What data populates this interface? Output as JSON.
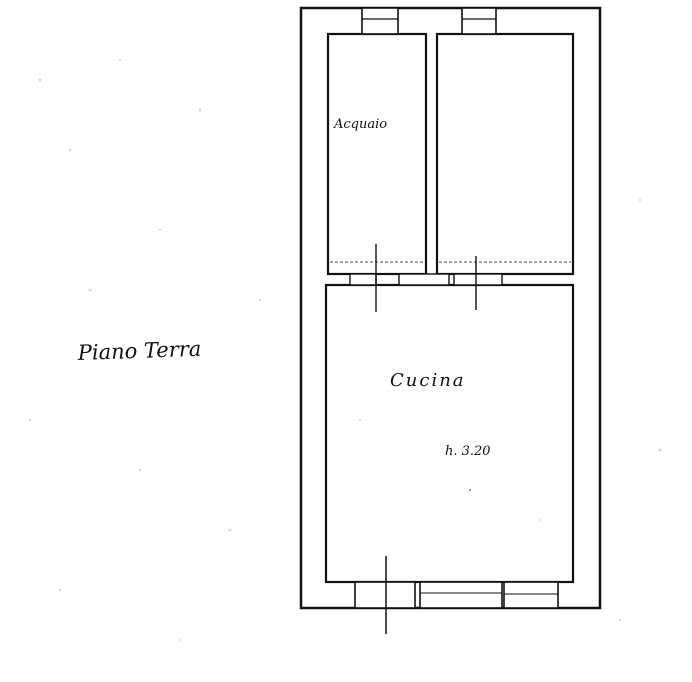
{
  "floor_label": "Piano Terra",
  "rooms": {
    "acquaio": {
      "label": "Acquaio"
    },
    "cucina": {
      "label": "Cucina",
      "height_note": "h. 3.20"
    }
  },
  "colors": {
    "ink": "#111111",
    "paper": "#ffffff"
  }
}
